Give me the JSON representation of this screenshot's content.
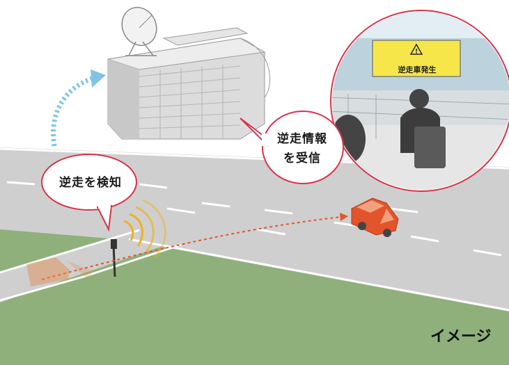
{
  "bubbles": {
    "detect": "逆走を検知",
    "receive_line1": "逆走情報",
    "receive_line2": "を受信"
  },
  "monitor": {
    "alert_text": "逆走車発生",
    "alert_icon": "warning-triangle-icon"
  },
  "caption": "イメージ",
  "colors": {
    "road": "#c9c9c9",
    "grass": "#8fb07a",
    "alert_bubble_border": "#d8324a",
    "wrong_way_car": "#e2542b",
    "signal_wave": "#f1b01c",
    "upload_arrow": "#7fc3e8",
    "monitor_screen": "#f6e64a"
  }
}
